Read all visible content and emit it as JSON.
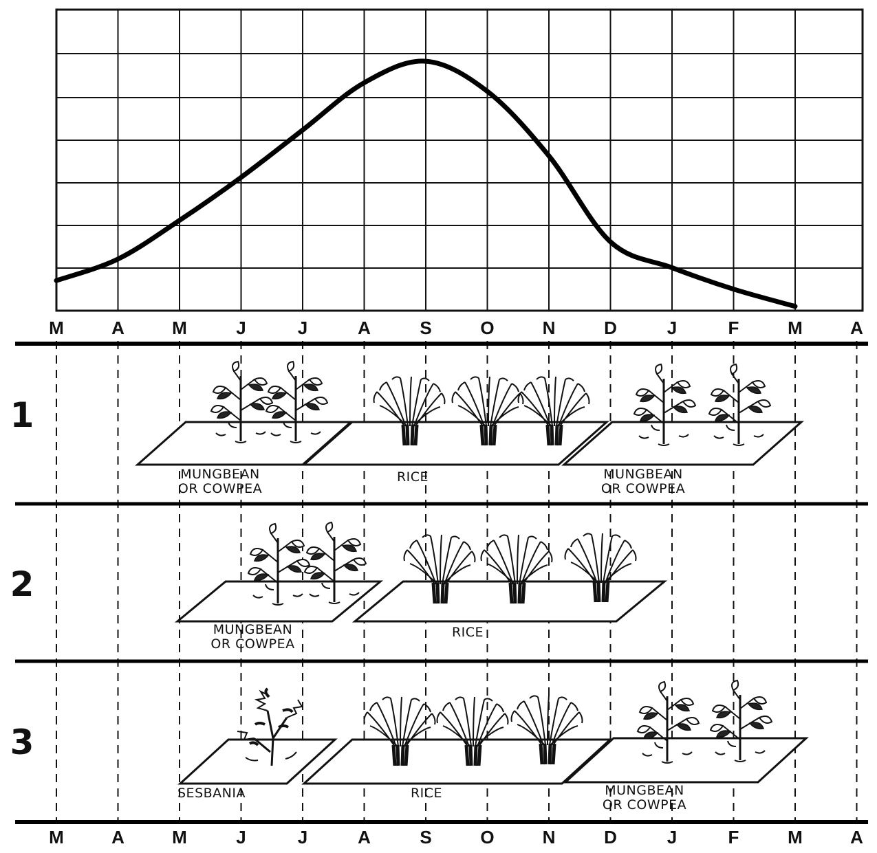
{
  "months_top": [
    "M",
    "A",
    "M",
    "J",
    "J",
    "A",
    "S",
    "O",
    "N",
    "D",
    "J",
    "F",
    "M",
    "A"
  ],
  "months_bottom": [
    "M",
    "A",
    "M",
    "J",
    "J",
    "A",
    "S",
    "O",
    "N",
    "D",
    "J",
    "F",
    "M",
    "A"
  ],
  "rows": [
    {
      "number": "1",
      "labels": {
        "left_line1": "MUNGBEAN",
        "left_line2": "OR COWPEA",
        "middle": "RICE",
        "right_line1": "MUNGBEAN",
        "right_line2": "OR COWPEA"
      }
    },
    {
      "number": "2",
      "labels": {
        "left_line1": "MUNGBEAN",
        "left_line2": "OR COWPEA",
        "middle": "RICE"
      }
    },
    {
      "number": "3",
      "labels": {
        "left": "SESBANIA",
        "middle": "RICE",
        "right_line1": "MUNGBEAN",
        "right_line2": "OR COWPEA"
      }
    }
  ],
  "chart_data": {
    "type": "line",
    "x": [
      "M",
      "A",
      "M",
      "J",
      "J",
      "A",
      "S",
      "O",
      "N",
      "D",
      "J",
      "F",
      "M"
    ],
    "values": [
      0.7,
      1.2,
      2.1,
      3.1,
      4.2,
      5.3,
      5.8,
      5.1,
      3.6,
      1.6,
      1.0,
      0.5,
      0.1
    ],
    "ylim": [
      0,
      7
    ],
    "grid": true,
    "line_color": "#000000"
  }
}
